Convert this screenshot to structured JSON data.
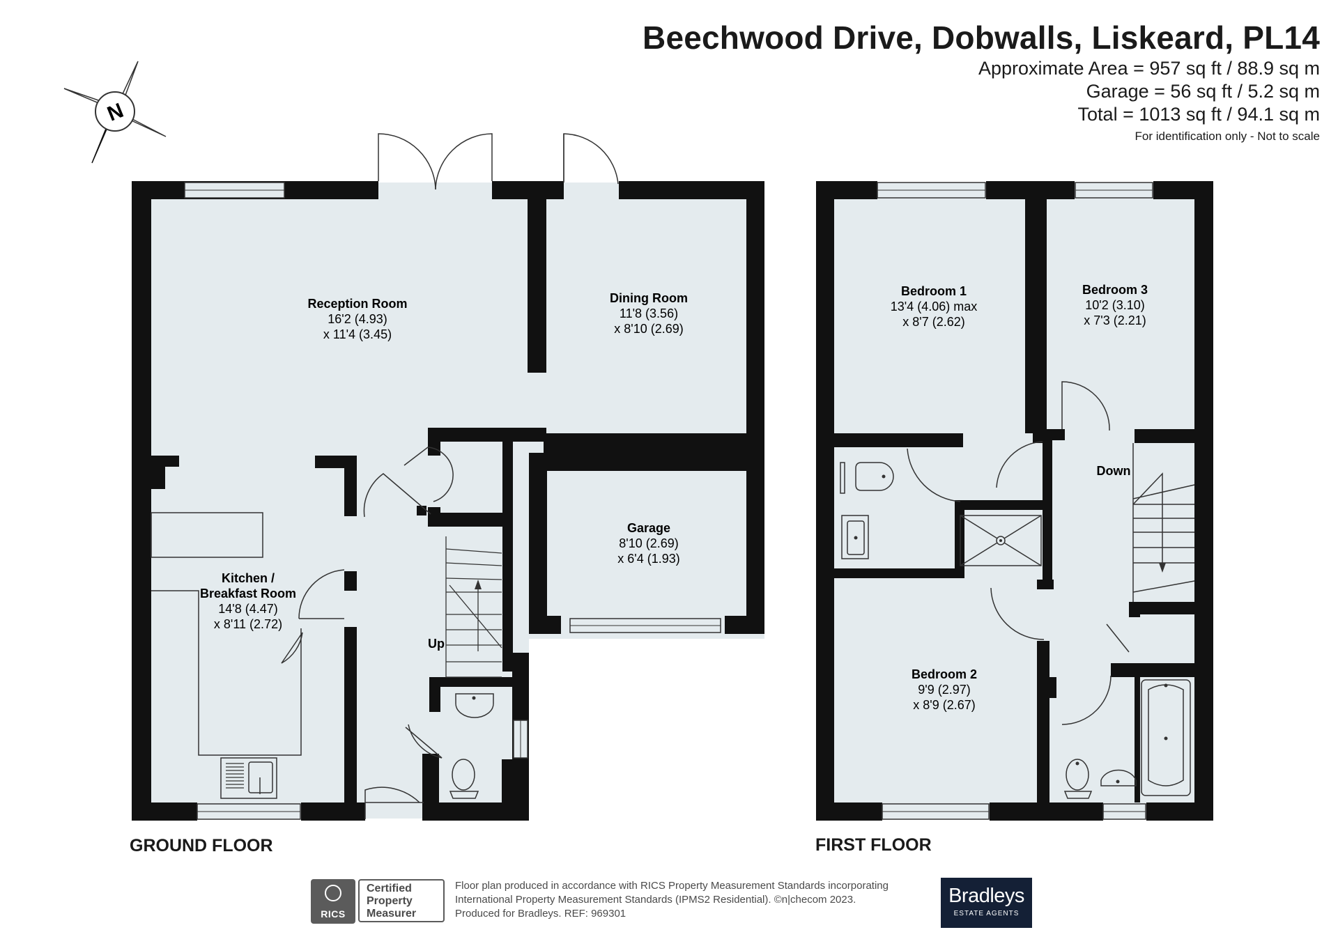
{
  "header": {
    "title": "Beechwood Drive, Dobwalls, Liskeard, PL14",
    "area_lines": [
      "Approximate Area = 957 sq ft / 88.9 sq m",
      "Garage = 56 sq ft / 5.2 sq m",
      "Total = 1013 sq ft / 94.1 sq m"
    ],
    "note": "For identification only - Not to scale"
  },
  "compass": {
    "label": "N"
  },
  "ground_floor": {
    "title": "GROUND FLOOR",
    "rooms": {
      "reception": {
        "name": "Reception Room",
        "dims": [
          "16'2 (4.93)",
          "x 11'4 (3.45)"
        ]
      },
      "dining": {
        "name": "Dining Room",
        "dims": [
          "11'8 (3.56)",
          "x 8'10 (2.69)"
        ]
      },
      "garage": {
        "name": "Garage",
        "dims": [
          "8'10 (2.69)",
          "x 6'4 (1.93)"
        ]
      },
      "kitchen": {
        "name": [
          "Kitchen /",
          "Breakfast Room"
        ],
        "dims": [
          "14'8 (4.47)",
          "x 8'11 (2.72)"
        ]
      }
    },
    "stairs_label": "Up"
  },
  "first_floor": {
    "title": "FIRST FLOOR",
    "rooms": {
      "bedroom1": {
        "name": "Bedroom 1",
        "dims": [
          "13'4 (4.06) max",
          "x 8'7 (2.62)"
        ]
      },
      "bedroom3": {
        "name": "Bedroom 3",
        "dims": [
          "10'2 (3.10)",
          "x 7'3 (2.21)"
        ]
      },
      "bedroom2": {
        "name": "Bedroom 2",
        "dims": [
          "9'9 (2.97)",
          "x 8'9 (2.67)"
        ]
      }
    },
    "stairs_label": "Down"
  },
  "footer": {
    "lines": [
      "Floor plan produced in accordance with RICS Property Measurement Standards incorporating",
      "International Property Measurement Standards (IPMS2 Residential).  ©n|checom 2023.",
      "Produced for Bradleys.   REF:  969301"
    ],
    "rics_badge": "RICS",
    "certified": [
      "Certified",
      "Property",
      "Measurer"
    ],
    "brand": "Bradleys",
    "brand_sub": "ESTATE AGENTS"
  },
  "colors": {
    "wall": "#111111",
    "floor": "#e4ebee",
    "text": "#1a1a1a",
    "brand": "#142036"
  }
}
